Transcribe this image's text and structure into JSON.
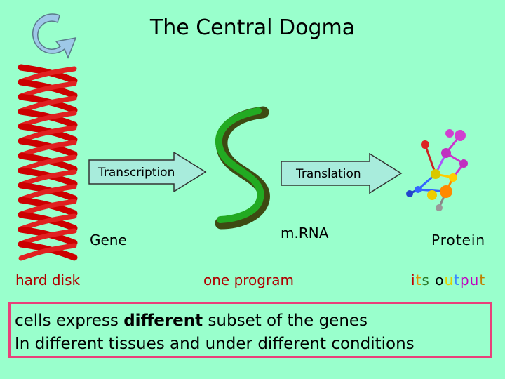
{
  "title": "The Central Dogma",
  "arrows": {
    "transcription": "Transcription",
    "translation": "Translation"
  },
  "labels": {
    "gene": "Gene",
    "mrna": "m.RNA",
    "protein": "Protein",
    "hard_disk": "hard disk",
    "one_program": "one program",
    "its_output": "its output"
  },
  "output_letter_colors": [
    "#c00000",
    "#e09000",
    "#2a7a2a",
    "#000000",
    "#e0d000",
    "#3a8aff",
    "#c000c0",
    "#c000c0",
    "#c08000",
    "#b00000"
  ],
  "note": {
    "line1_prefix": "cells  express ",
    "line1_bold": "different",
    "line1_suffix": " subset of the genes",
    "line2": "In different tissues and under different conditions"
  },
  "colors": {
    "background": "#99ffcc",
    "dna": "#cc0000",
    "mrna_light": "#22aa22",
    "mrna_dark": "#3d4a12",
    "arrow_fill": "#a8ecdc",
    "note_border": "#e8407a",
    "cycle_arrow": "#9ec8e8"
  },
  "icons": [
    "cycle-arrow-icon",
    "dna-helix-icon",
    "mrna-strand-icon",
    "protein-molecule-icon"
  ]
}
